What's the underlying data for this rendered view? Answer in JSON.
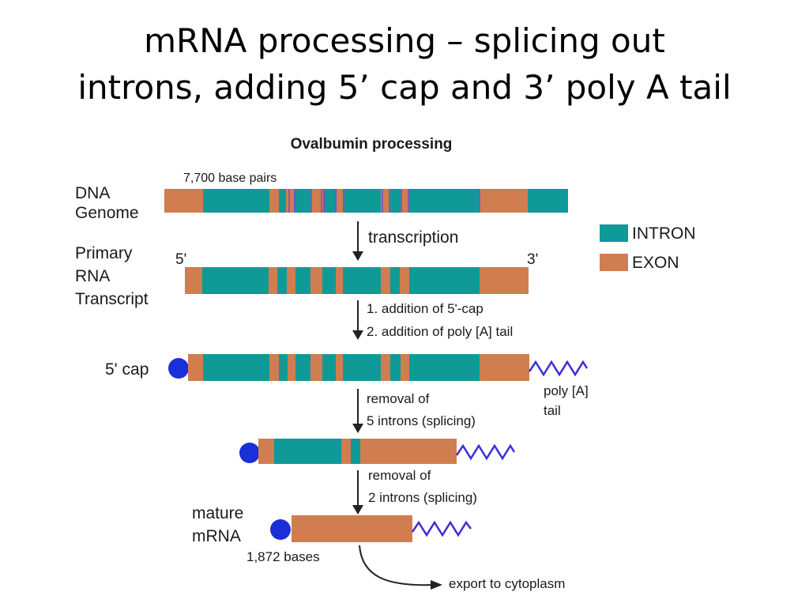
{
  "title": {
    "line1": "mRNA processing – splicing out",
    "line2": "introns, adding 5’ cap and 3’ poly A tail"
  },
  "diagram": {
    "heading": "Ovalbumin processing",
    "dna_size": "7,700 base pairs",
    "dna_label": [
      "DNA",
      "Genome"
    ],
    "primary_label": [
      "Primary",
      "RNA",
      "Transcript"
    ],
    "five_prime": "5'",
    "three_prime": "3'",
    "step_transcription": "transcription",
    "step_cap_tail": [
      "1. addition of 5'-cap",
      "2. addition of poly [A] tail"
    ],
    "cap_label": "5' cap",
    "poly_a_label": [
      "poly [A]",
      "tail"
    ],
    "step_splice_1": [
      "removal of",
      "5 introns (splicing)"
    ],
    "step_splice_2": [
      "removal of",
      "2 introns (splicing)"
    ],
    "mature_label": [
      "mature",
      "mRNA"
    ],
    "mature_size": "1,872 bases",
    "export_label": "export to cytoplasm"
  },
  "legend": {
    "intron_label": "INTRON",
    "exon_label": "EXON"
  },
  "colors": {
    "intron": "#0f9a98",
    "exon": "#d07d4f",
    "cap": "#1a2fd6",
    "tail": "#3a2fd6",
    "dna_mark": "#7a4fd0"
  }
}
